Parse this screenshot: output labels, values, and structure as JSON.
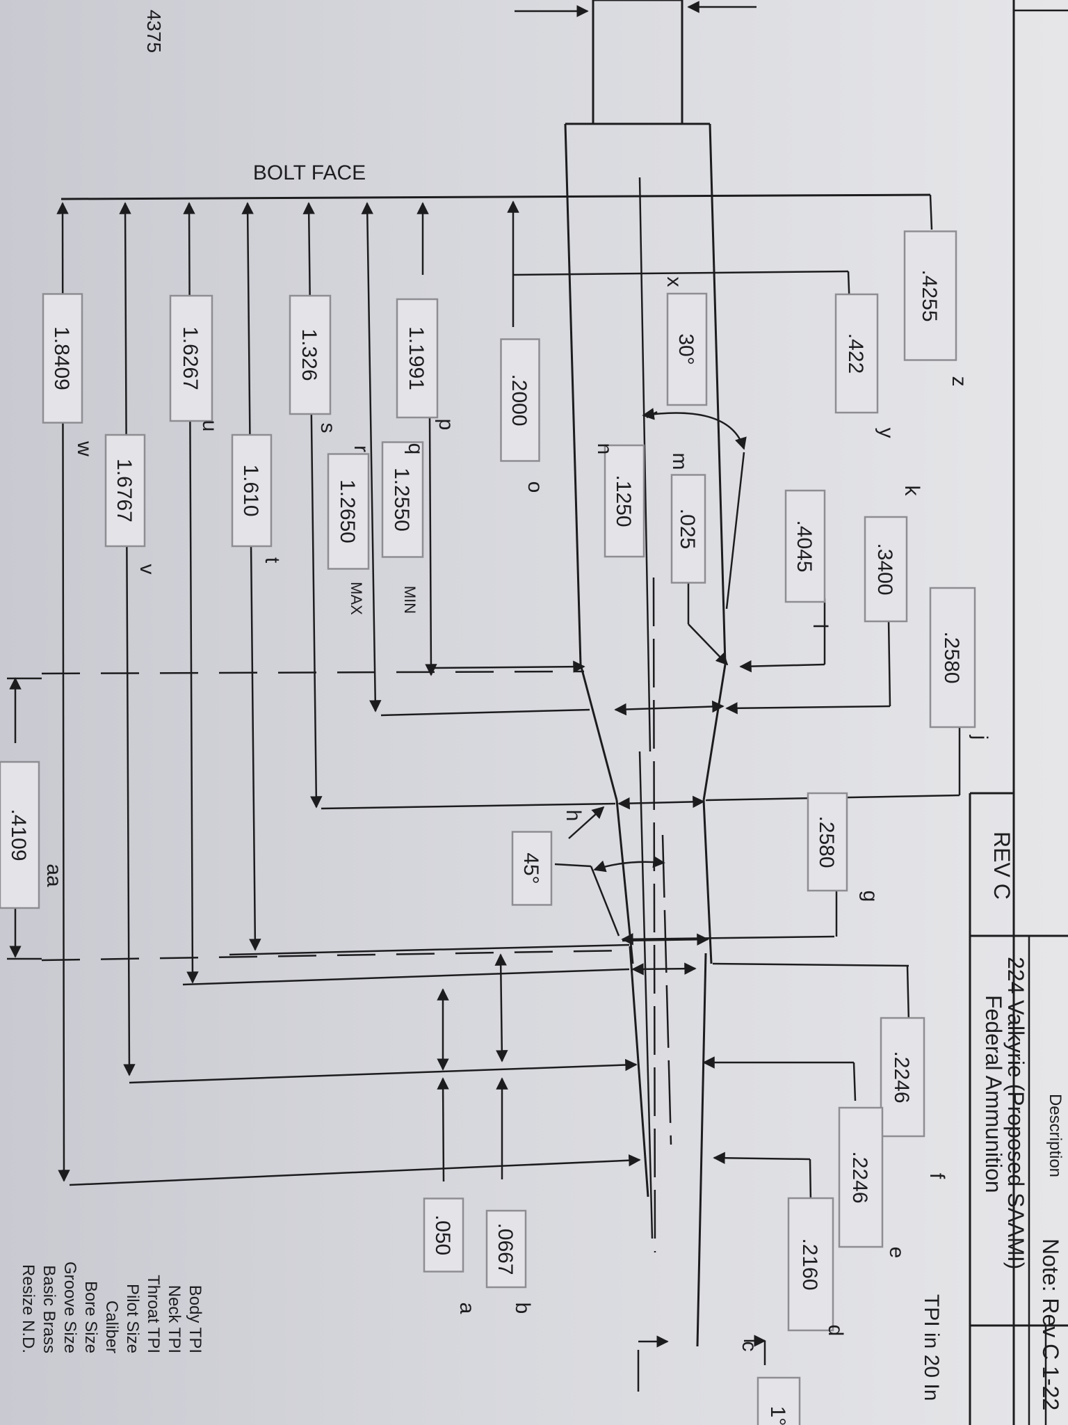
{
  "bolt_face_label": "BOLT FACE",
  "partial_top_label": "4375",
  "title_block": {
    "header": "Description",
    "title": "224 Valkyrie (Proposed SAAMI)",
    "subtitle": "Federal Ammunition",
    "revision": "REV C",
    "note": "Note: Rev C 1-22",
    "tpi_header": "TPI in 20 In",
    "rows": [
      "Body TPI",
      "Neck TPI",
      "Throat TPI",
      "Pilot Size",
      "Caliber",
      "Bore Size",
      "Groove Size",
      "Basic Brass",
      "Resize N.D."
    ]
  },
  "dimensions": [
    {
      "letter": "z",
      "value": ".4255"
    },
    {
      "letter": "y",
      "value": ".422"
    },
    {
      "letter": "x",
      "value": "30°"
    },
    {
      "letter": "p",
      "value": "1.1991"
    },
    {
      "letter": "o",
      "value": ".2000"
    },
    {
      "letter": "s",
      "value": "1.326"
    },
    {
      "letter": "u",
      "value": "1.6267"
    },
    {
      "letter": "w",
      "value": "1.8409"
    },
    {
      "letter": "v",
      "value": "1.6767"
    },
    {
      "letter": "t",
      "value": "1.610"
    },
    {
      "letter": "r",
      "value": "1.2650",
      "qualifier": "MAX"
    },
    {
      "letter": "q",
      "value": "1.2550",
      "qualifier": "MIN"
    },
    {
      "letter": "n",
      "value": ".1250"
    },
    {
      "letter": "m",
      "value": ".025"
    },
    {
      "letter": "l",
      "value": ".4045"
    },
    {
      "letter": "k",
      "value": ".3400"
    },
    {
      "letter": "j",
      "value": ".2580"
    },
    {
      "letter": "g",
      "value": ".2580"
    },
    {
      "letter": "h",
      "value": "45°"
    },
    {
      "letter": "f",
      "value": ".2246"
    },
    {
      "letter": "e",
      "value": ".2246"
    },
    {
      "letter": "d",
      "value": ".2160"
    },
    {
      "letter": "c",
      "value": "1°"
    },
    {
      "letter": "b",
      "value": ".0667"
    },
    {
      "letter": "a",
      "value": ".050"
    },
    {
      "letter": "aa",
      "value": ".4109"
    }
  ]
}
